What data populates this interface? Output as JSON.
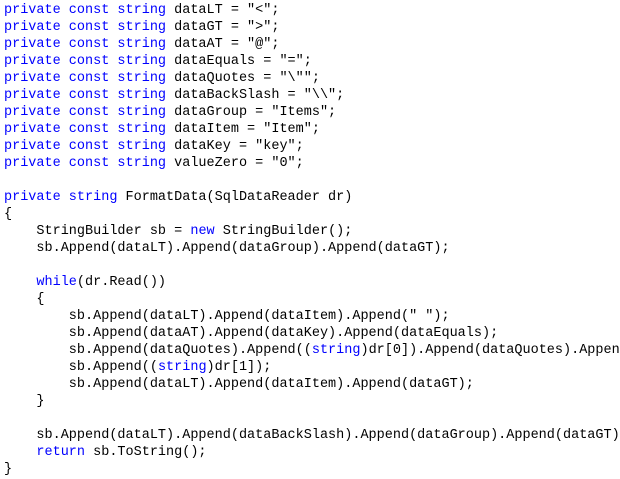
{
  "colors": {
    "keyword": "#0000ff",
    "text": "#000000",
    "background": "#ffffff"
  },
  "code": {
    "lines": [
      [
        [
          "kw",
          "private const string"
        ],
        [
          "tx",
          " dataLT = \"<\";"
        ]
      ],
      [
        [
          "kw",
          "private const string"
        ],
        [
          "tx",
          " dataGT = \">\";"
        ]
      ],
      [
        [
          "kw",
          "private const string"
        ],
        [
          "tx",
          " dataAT = \"@\";"
        ]
      ],
      [
        [
          "kw",
          "private const string"
        ],
        [
          "tx",
          " dataEquals = \"=\";"
        ]
      ],
      [
        [
          "kw",
          "private const string"
        ],
        [
          "tx",
          " dataQuotes = \"\\\"\";"
        ]
      ],
      [
        [
          "kw",
          "private const string"
        ],
        [
          "tx",
          " dataBackSlash = \"\\\\\";"
        ]
      ],
      [
        [
          "kw",
          "private const string"
        ],
        [
          "tx",
          " dataGroup = \"Items\";"
        ]
      ],
      [
        [
          "kw",
          "private const string"
        ],
        [
          "tx",
          " dataItem = \"Item\";"
        ]
      ],
      [
        [
          "kw",
          "private const string"
        ],
        [
          "tx",
          " dataKey = \"key\";"
        ]
      ],
      [
        [
          "kw",
          "private const string"
        ],
        [
          "tx",
          " valueZero = \"0\";"
        ]
      ],
      [],
      [
        [
          "kw",
          "private string"
        ],
        [
          "tx",
          " FormatData(SqlDataReader dr)"
        ]
      ],
      [
        [
          "tx",
          "{"
        ]
      ],
      [
        [
          "tx",
          "    StringBuilder sb = "
        ],
        [
          "kw",
          "new"
        ],
        [
          "tx",
          " StringBuilder();"
        ]
      ],
      [
        [
          "tx",
          "    sb.Append(dataLT).Append(dataGroup).Append(dataGT);"
        ]
      ],
      [],
      [
        [
          "tx",
          "    "
        ],
        [
          "kw",
          "while"
        ],
        [
          "tx",
          "(dr.Read())"
        ]
      ],
      [
        [
          "tx",
          "    {"
        ]
      ],
      [
        [
          "tx",
          "        sb.Append(dataLT).Append(dataItem).Append(\" \");"
        ]
      ],
      [
        [
          "tx",
          "        sb.Append(dataAT).Append(dataKey).Append(dataEquals);"
        ]
      ],
      [
        [
          "tx",
          "        sb.Append(dataQuotes).Append(("
        ],
        [
          "kw",
          "string"
        ],
        [
          "tx",
          ")dr[0]).Append(dataQuotes).Append"
        ]
      ],
      [
        [
          "tx",
          "        sb.Append(("
        ],
        [
          "kw",
          "string"
        ],
        [
          "tx",
          ")dr[1]);"
        ]
      ],
      [
        [
          "tx",
          "        sb.Append(dataLT).Append(dataItem).Append(dataGT);"
        ]
      ],
      [
        [
          "tx",
          "    }"
        ]
      ],
      [],
      [
        [
          "tx",
          "    sb.Append(dataLT).Append(dataBackSlash).Append(dataGroup).Append(dataGT);"
        ]
      ],
      [
        [
          "tx",
          "    "
        ],
        [
          "kw",
          "return"
        ],
        [
          "tx",
          " sb.ToString();"
        ]
      ],
      [
        [
          "tx",
          "}"
        ]
      ]
    ]
  }
}
